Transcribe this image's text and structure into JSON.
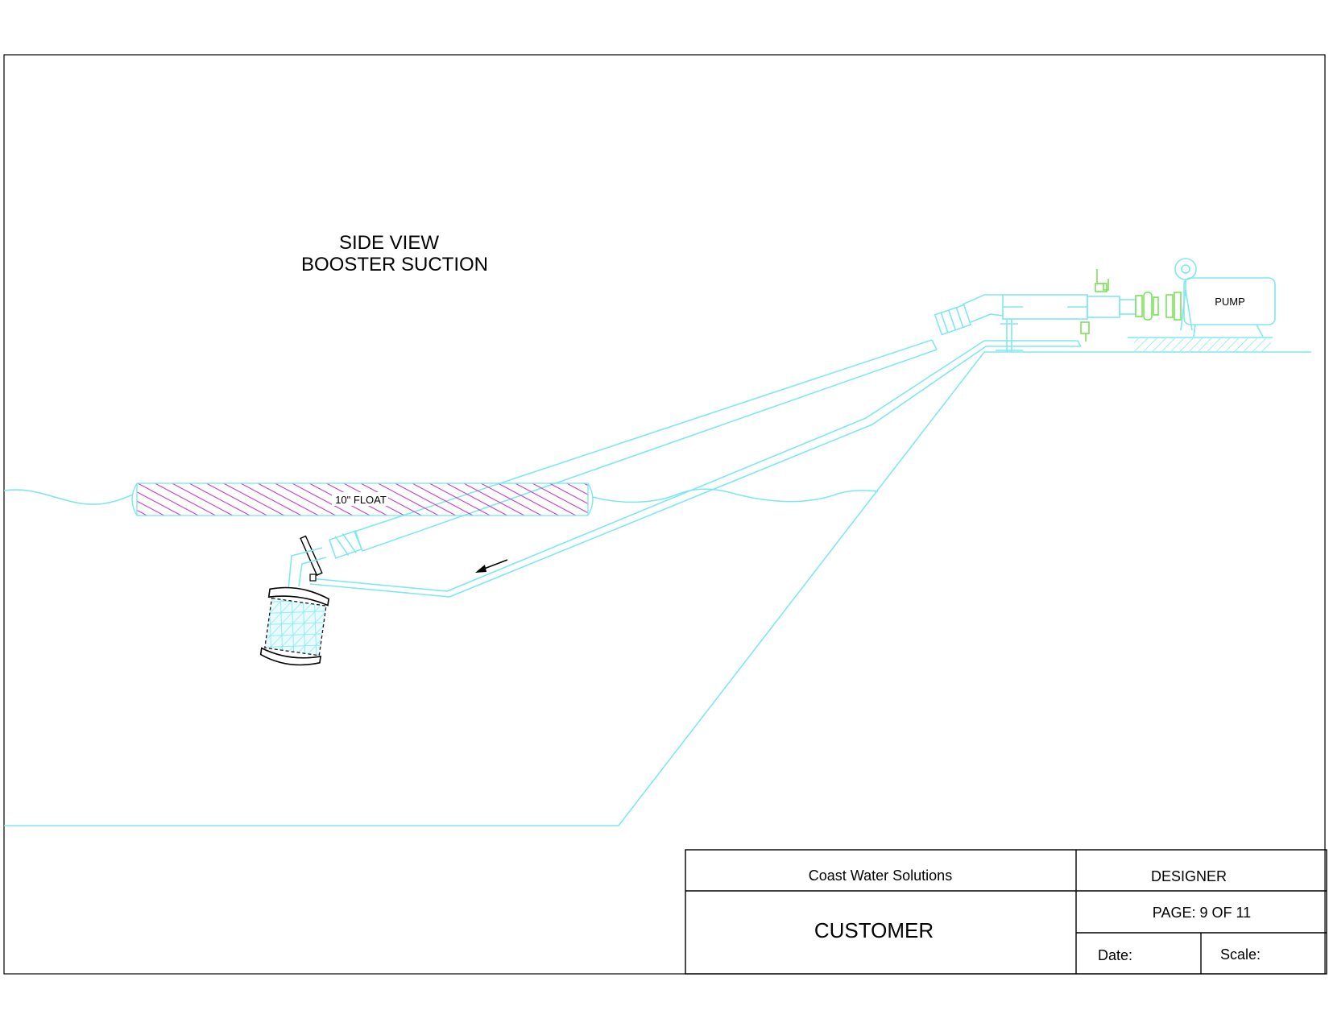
{
  "drawing": {
    "title_line1": "SIDE VIEW",
    "title_line2": "BOOSTER SUCTION",
    "float_label": "10\" FLOAT",
    "pump_label": "PUMP"
  },
  "title_block": {
    "company": "Coast Water Solutions",
    "designer": "DESIGNER",
    "customer": "CUSTOMER",
    "page": "PAGE: 9 OF 11",
    "date_label": "Date:",
    "scale_label": "Scale:"
  },
  "colors": {
    "pipe": "#7fe8ef",
    "float_hatch": "#c63bc6",
    "fitting": "#7ce25a",
    "line": "#000000"
  }
}
